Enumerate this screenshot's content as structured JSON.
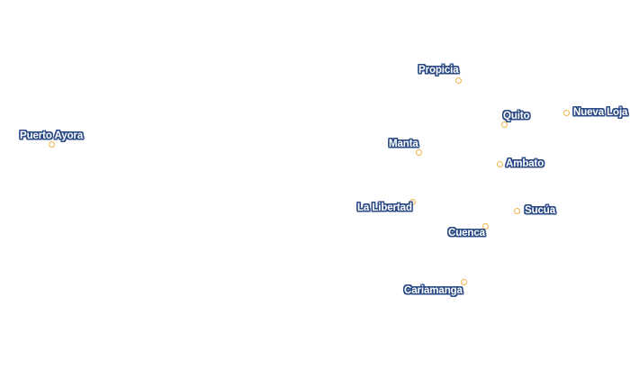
{
  "map": {
    "marker_color": "#f0b44a",
    "label_halo_color": "#2a4a86",
    "label_text_color": "#ffffff",
    "cities": [
      {
        "id": "propicia",
        "name": "Propicia"
      },
      {
        "id": "quito",
        "name": "Quito"
      },
      {
        "id": "nueva-loja",
        "name": "Nueva Loja"
      },
      {
        "id": "puerto-ayora",
        "name": "Puerto Ayora"
      },
      {
        "id": "manta",
        "name": "Manta"
      },
      {
        "id": "ambato",
        "name": "Ambato"
      },
      {
        "id": "la-libertad",
        "name": "La Libertad"
      },
      {
        "id": "sucua",
        "name": "Sucúa"
      },
      {
        "id": "cuenca",
        "name": "Cuenca"
      },
      {
        "id": "cariamanga",
        "name": "Cariamanga"
      }
    ]
  }
}
